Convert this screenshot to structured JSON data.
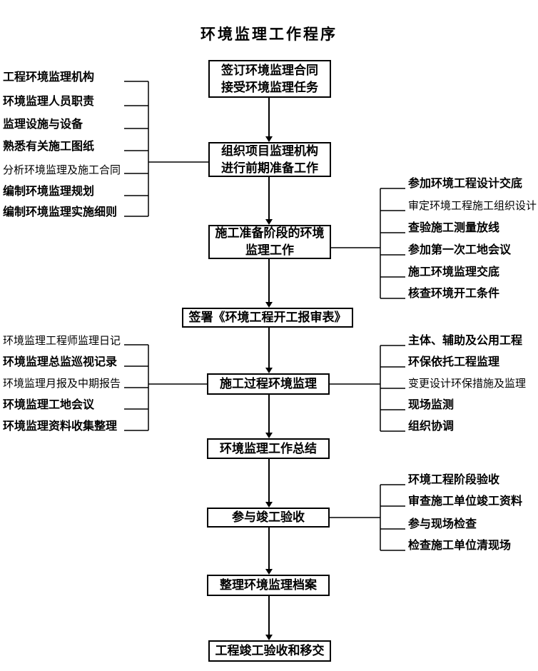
{
  "title": "环境监理工作程序",
  "flow_boxes": [
    "签订环境监理合同\n接受环境监理任务",
    "组织项目监理机构\n进行前期准备工作",
    "施工准备阶段的环境\n监理工作",
    "签署《环境工程开工报审表》",
    "施工过程环境监理",
    "环境监理工作总结",
    "参与竣工验收",
    "整理环境监理档案",
    "工程竣工验收和移交"
  ],
  "left_groups": [
    {
      "items": [
        "工程环境监理机构",
        "环境监理人员职责",
        "监理设施与设备",
        "熟悉有关施工图纸",
        "分析环境监理及施工合同",
        "编制环境监理规划",
        "编制环境监理实施细则"
      ]
    },
    {
      "items": [
        "环境监理工程师监理日记",
        "环境监理总监巡视记录",
        "环境监理月报及中期报告",
        "环境监理工地会议",
        "环境监理资料收集整理"
      ]
    }
  ],
  "right_groups": [
    {
      "items": [
        "参加环境工程设计交底",
        "审定环境工程施工组织设计",
        "查验施工测量放线",
        "参加第一次工地会议",
        "施工环境监理交底",
        "核查环境开工条件"
      ]
    },
    {
      "items": [
        "主体、辅助及公用工程",
        "环保依托工程监理",
        "变更设计环保措施及监理",
        "现场监测",
        "组织协调"
      ]
    },
    {
      "items": [
        "环境工程阶段验收",
        "审查施工单位竣工资料",
        "参与现场检查",
        "检查施工单位清现场"
      ]
    }
  ],
  "colors": {
    "ink": "#000000",
    "background": "#ffffff"
  }
}
